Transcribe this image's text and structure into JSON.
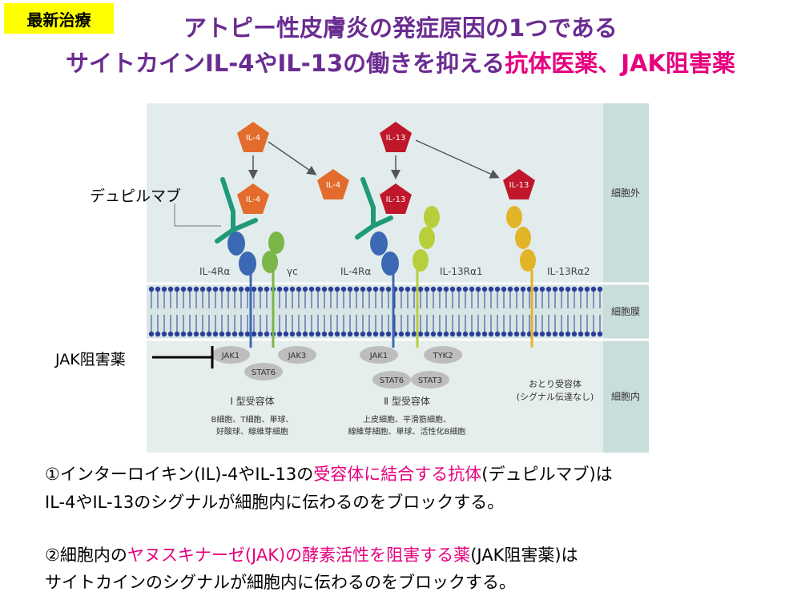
{
  "tag": "最新治療",
  "title": {
    "line1": "アトピー性皮膚炎の発症原因の1つである",
    "line2_prefix": "サイトカインIL-4やIL-13の働きを抑える",
    "line2_highlight": "抗体医薬、JAK阻害薬"
  },
  "callouts": {
    "dupilumab": "デュピルマブ",
    "jak_inhibitor": "JAK阻害薬"
  },
  "diagram": {
    "zones": {
      "outside": "細胞外",
      "membrane": "細胞膜",
      "inside": "細胞内"
    },
    "cytokines": {
      "il4": "IL-4",
      "il13": "IL-13"
    },
    "receptors": {
      "il4ra_1": "IL-4Rα",
      "gamma_c": "γc",
      "il4ra_2": "IL-4Rα",
      "il13ra1": "IL-13Rα1",
      "il13ra2": "IL-13Rα2"
    },
    "kinases": {
      "jak1_a": "JAK1",
      "jak3": "JAK3",
      "stat6_a": "STAT6",
      "jak1_b": "JAK1",
      "tyk2": "TYK2",
      "stat6_b": "STAT6",
      "stat3": "STAT3"
    },
    "type1": {
      "name": "Ⅰ 型受容体",
      "cells_line1": "B細胞、T細胞、単球、",
      "cells_line2": "好酸球、線維芽細胞"
    },
    "type2": {
      "name": "Ⅱ 型受容体",
      "cells_line1": "上皮細胞、平滑筋細胞、",
      "cells_line2": "線維芽細胞、単球、活性化B細胞"
    },
    "decoy": {
      "name": "おとり受容体",
      "note": "(シグナル伝達なし)"
    },
    "colors": {
      "il4": "#e36c2d",
      "il13": "#c0172b",
      "antibody": "#1e9a78",
      "il4ra": "#3b69b4",
      "gamma_c": "#7ab648",
      "il13ra1": "#b6cf3a",
      "il13ra2": "#e2b528",
      "membrane": "#2a3f9a"
    }
  },
  "explanations": {
    "p1": {
      "prefix": "①インターロイキン(IL)-4やIL-13の",
      "highlight": "受容体に結合する抗体",
      "suffix": "(デュピルマブ)は",
      "line2": "IL-4やIL-13のシグナルが細胞内に伝わるのをブロックする。"
    },
    "p2": {
      "prefix": "②細胞内の",
      "highlight": "ヤヌスキナーゼ(JAK)の酵素活性を阻害する薬",
      "suffix": "(JAK阻害薬)は",
      "line2": "サイトカインのシグナルが細胞内に伝わるのをブロックする。"
    }
  }
}
